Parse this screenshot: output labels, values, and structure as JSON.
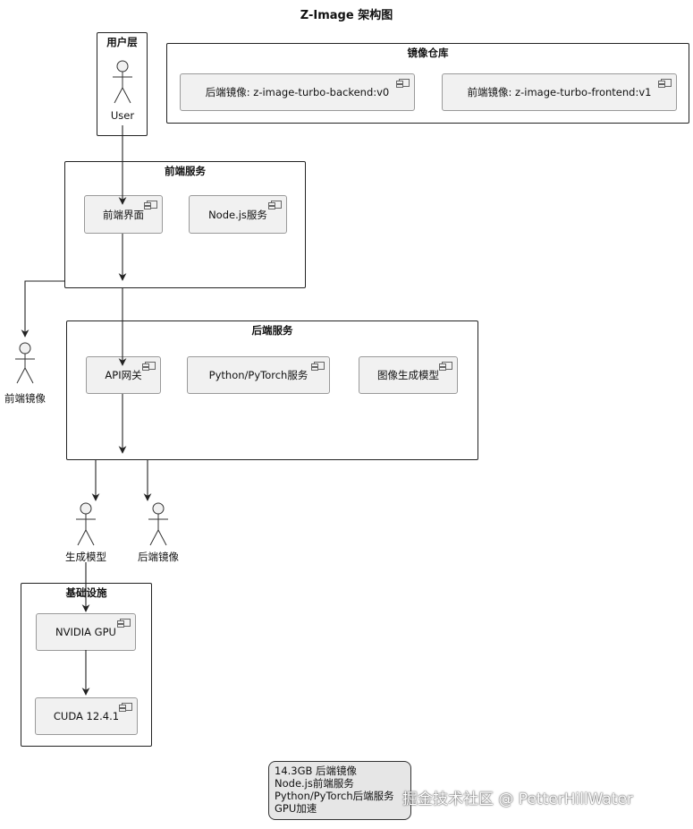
{
  "title": "Z-Image 架构图",
  "packages": {
    "user_layer": "用户层",
    "registry": "镜像仓库",
    "frontend": "前端服务",
    "backend": "后端服务",
    "infra": "基础设施"
  },
  "components": {
    "backend_image": "后端镜像: z-image-turbo-backend:v0",
    "frontend_image": "前端镜像: z-image-turbo-frontend:v1",
    "frontend_ui": "前端界面",
    "nodejs_service": "Node.js服务",
    "api_gateway": "API网关",
    "python_service": "Python/PyTorch服务",
    "image_model": "图像生成模型",
    "nvidia_gpu": "NVIDIA GPU",
    "cuda": "CUDA 12.4.1"
  },
  "actors": {
    "user": "User",
    "frontend_image": "前端镜像",
    "gen_model": "生成模型",
    "backend_image": "后端镜像"
  },
  "note": {
    "lines": [
      "14.3GB 后端镜像",
      "Node.js前端服务",
      "Python/PyTorch后端服务",
      "GPU加速"
    ]
  },
  "watermark": "掘金技术社区 @ PetterHillWater",
  "colors": {
    "component_fill": "#f1f1f1",
    "note_fill": "#e6e6e6",
    "line": "#222222"
  }
}
